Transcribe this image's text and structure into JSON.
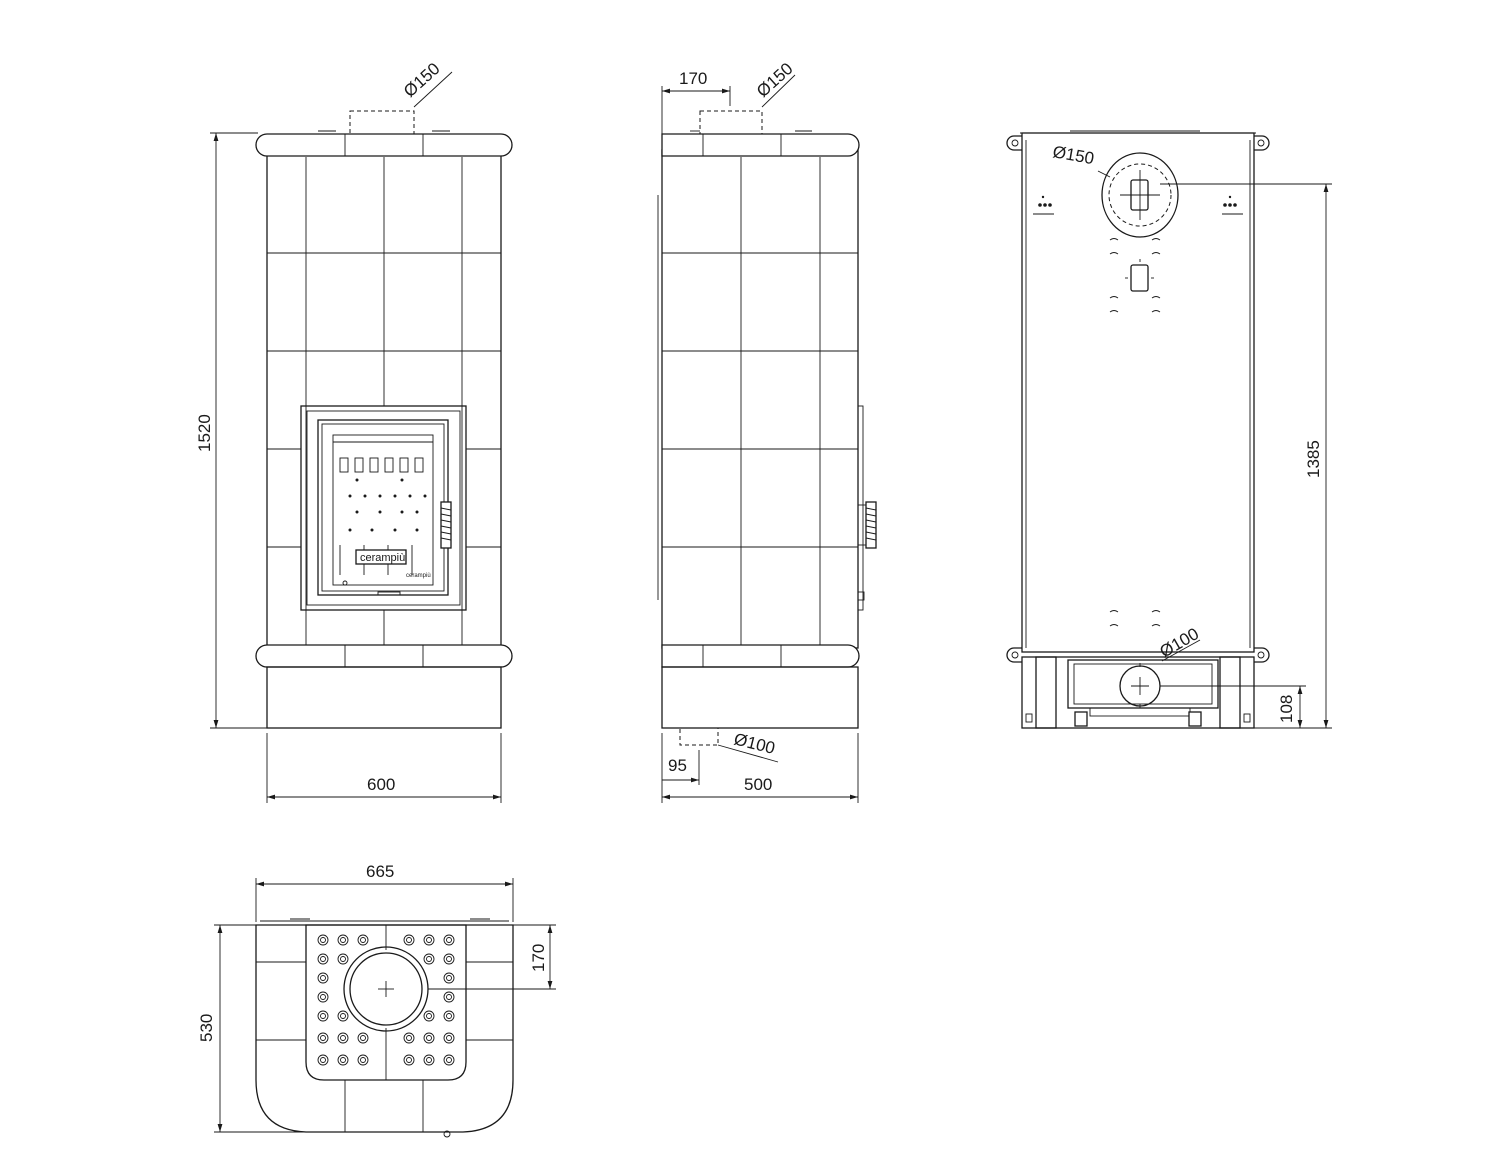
{
  "front_view": {
    "flue_diameter": "Ø150",
    "height": "1520",
    "width": "600",
    "brand_label": "cerampiù",
    "brand_label_small": "cerampiù"
  },
  "side_view": {
    "flue_offset": "170",
    "flue_diameter": "Ø150",
    "air_inlet_diameter": "Ø100",
    "air_inlet_offset": "95",
    "depth": "500"
  },
  "rear_view": {
    "flue_diameter": "Ø150",
    "flue_height": "1385",
    "air_inlet_diameter": "Ø100",
    "air_inlet_height": "108"
  },
  "top_view": {
    "width": "665",
    "depth": "530",
    "flue_offset": "170"
  }
}
